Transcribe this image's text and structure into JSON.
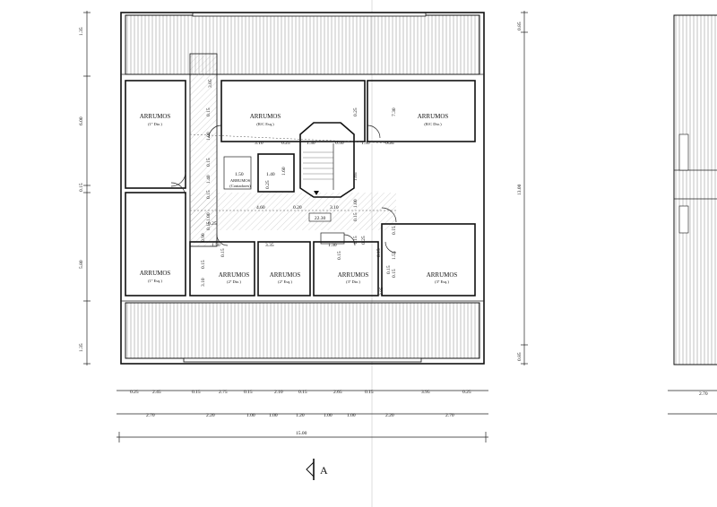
{
  "rooms": {
    "r1": {
      "title": "ARRUMOS",
      "sub": "(1º Dto.)"
    },
    "r2": {
      "title": "ARRUMOS",
      "sub": "(R/C Esq.)"
    },
    "r3": {
      "title": "ARRUMOS",
      "sub": "(R/C Dto.)"
    },
    "r4": {
      "title": "ARRUMOS",
      "sub": "(Contadores)"
    },
    "r5": {
      "title": "ARRUMOS",
      "sub": "(1º Esq.)"
    },
    "r6": {
      "title": "ARRUMOS",
      "sub": "(2º Dto.)"
    },
    "r7": {
      "title": "ARRUMOS",
      "sub": "(2º Esq.)"
    },
    "r8": {
      "title": "ARRUMOS",
      "sub": "(3º Dto.)"
    },
    "r9": {
      "title": "ARRUMOS",
      "sub": "(3º Esq.)"
    }
  },
  "area_label": "22.30",
  "section_marker": "A",
  "interior_dims": [
    "3.05",
    "0.15",
    "1.00",
    "0.15",
    "1.40",
    "0.15",
    "1.00",
    "0.15",
    "3.10",
    "0.25",
    "1.30",
    "0.50",
    "1.30",
    "0.25",
    "1.50",
    "1.40",
    "1.60",
    "0.25",
    "7.30",
    "0.25",
    "1.65",
    "4.60",
    "0.20",
    "3.10",
    "1.00",
    "0.15",
    "0.25",
    "0.90",
    "1.50",
    "0.15",
    "3.35",
    "1.30",
    "1.15",
    "0.25",
    "0.15",
    "1.55",
    "2.85",
    "0.15",
    "3.10",
    "0.15",
    "0.15",
    "0.15",
    "0.15"
  ],
  "left_dims": [
    "1.35",
    "6.00",
    "0.15",
    "5.80",
    "1.35"
  ],
  "right_dims": [
    "0.85",
    "13.00",
    "0.85"
  ],
  "bottom_dims_row1": [
    "0.25",
    "2.45",
    "0.15",
    "2.75",
    "0.15",
    "2.10",
    "0.15",
    "2.65",
    "0.15",
    "3.95",
    "0.25"
  ],
  "bottom_dims_row2": [
    "2.70",
    "2.20",
    "1.00",
    "1.00",
    "1.20",
    "1.00",
    "1.00",
    "2.20",
    "2.70"
  ],
  "bottom_total": "15.00",
  "partial_right_dim": "2.70"
}
